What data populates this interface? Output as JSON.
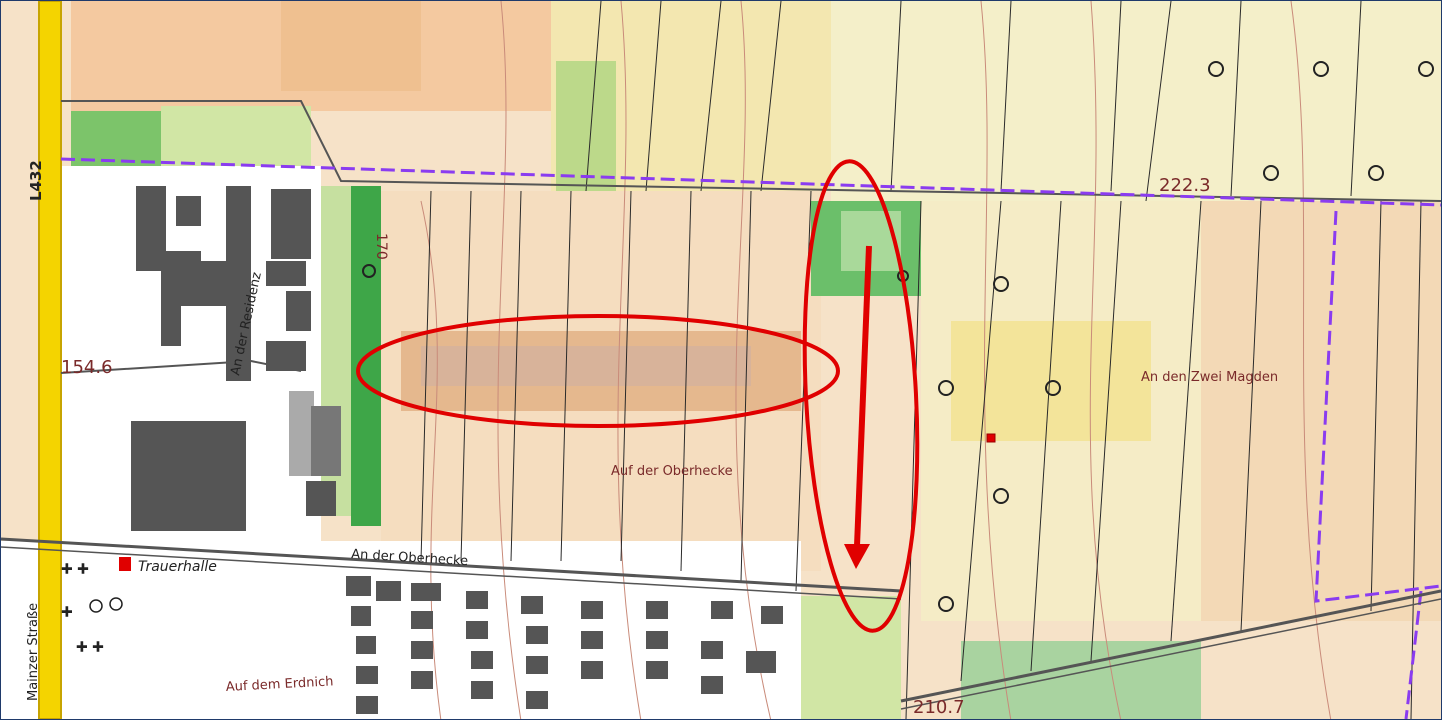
{
  "map": {
    "road_label": "L432",
    "elevations": [
      "154.6",
      "170",
      "222.3",
      "210.7"
    ],
    "streets": {
      "residenz": "An der Residenz",
      "oberhecke_street": "An der Oberhecke",
      "mainzer": "Mainzer Straße"
    },
    "places": {
      "oberhecke": "Auf der Oberhecke",
      "zwei_magden": "An den Zwei Magden",
      "erdnich": "Auf dem Erdnich",
      "trauerhalle": "Trauerhalle"
    },
    "colors": {
      "annotation": "#e00000",
      "boundary": "#8a3cf0",
      "road": "#f4d400",
      "building": "#555555"
    }
  }
}
